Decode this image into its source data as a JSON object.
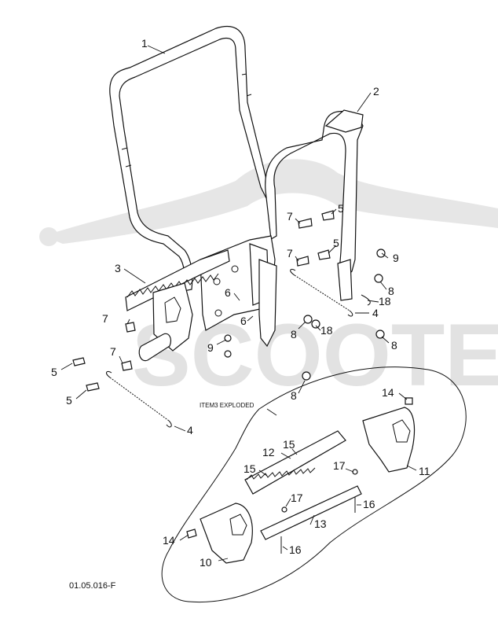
{
  "diagram": {
    "drawing_code": "01.05.016-F",
    "exploded_label": "ITEM3 EXPLODED",
    "watermark_text": "SCOOTER",
    "callouts": [
      {
        "id": "c1",
        "label": "1"
      },
      {
        "id": "c2",
        "label": "2"
      },
      {
        "id": "c3",
        "label": "3"
      },
      {
        "id": "c4a",
        "label": "4"
      },
      {
        "id": "c4b",
        "label": "4"
      },
      {
        "id": "c5a",
        "label": "5"
      },
      {
        "id": "c5b",
        "label": "5"
      },
      {
        "id": "c5c",
        "label": "5"
      },
      {
        "id": "c5d",
        "label": "5"
      },
      {
        "id": "c6a",
        "label": "6"
      },
      {
        "id": "c6b",
        "label": "6"
      },
      {
        "id": "c7a",
        "label": "7"
      },
      {
        "id": "c7b",
        "label": "7"
      },
      {
        "id": "c7c",
        "label": "7"
      },
      {
        "id": "c7d",
        "label": "7"
      },
      {
        "id": "c8a",
        "label": "8"
      },
      {
        "id": "c8b",
        "label": "8"
      },
      {
        "id": "c8c",
        "label": "8"
      },
      {
        "id": "c8d",
        "label": "8"
      },
      {
        "id": "c9a",
        "label": "9"
      },
      {
        "id": "c9b",
        "label": "9"
      },
      {
        "id": "c10",
        "label": "10"
      },
      {
        "id": "c11",
        "label": "11"
      },
      {
        "id": "c12",
        "label": "12"
      },
      {
        "id": "c13",
        "label": "13"
      },
      {
        "id": "c14a",
        "label": "14"
      },
      {
        "id": "c14b",
        "label": "14"
      },
      {
        "id": "c15a",
        "label": "15"
      },
      {
        "id": "c15b",
        "label": "15"
      },
      {
        "id": "c16a",
        "label": "16"
      },
      {
        "id": "c16b",
        "label": "16"
      },
      {
        "id": "c17a",
        "label": "17"
      },
      {
        "id": "c17b",
        "label": "17"
      },
      {
        "id": "c18a",
        "label": "18"
      },
      {
        "id": "c18b",
        "label": "18"
      }
    ]
  }
}
